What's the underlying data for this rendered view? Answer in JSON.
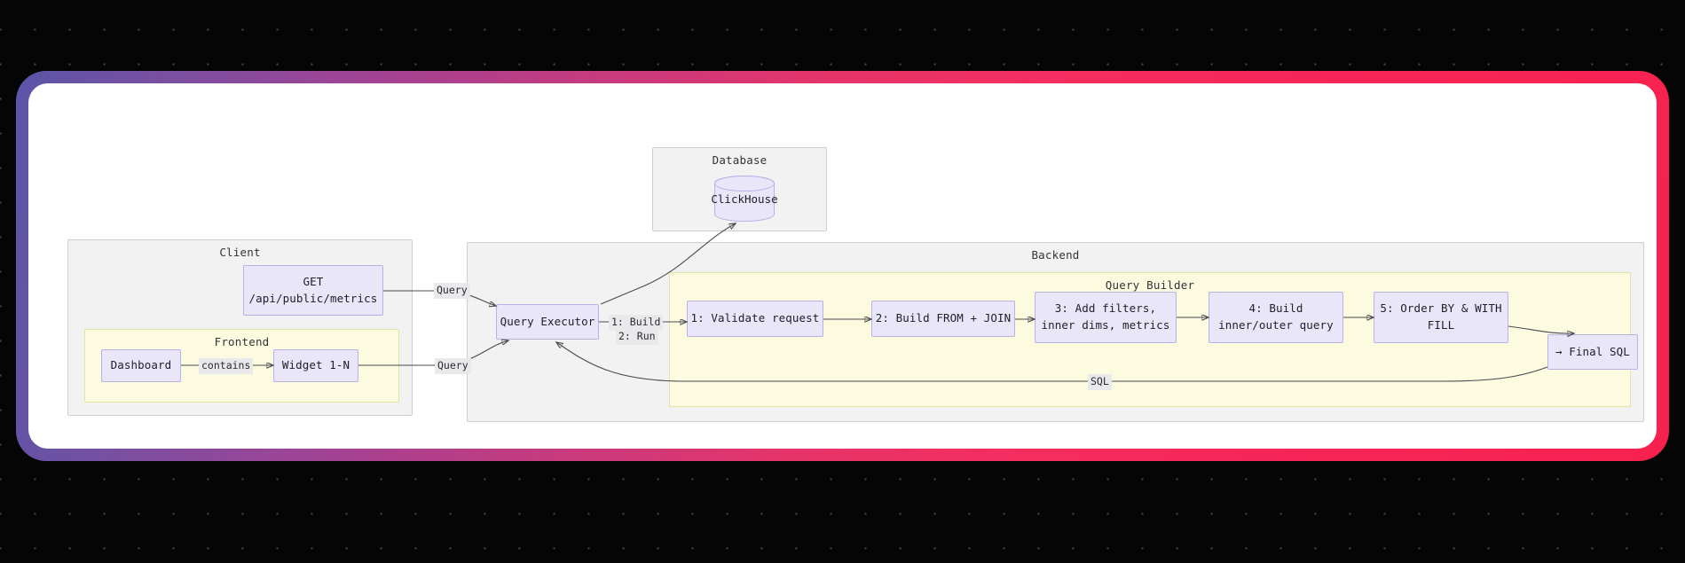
{
  "page": {
    "background_color": "#050505",
    "dot_color": "#4a4a4a",
    "frame_gradient_from": "#5a55a8",
    "frame_gradient_mid": "#c33b80",
    "frame_gradient_to": "#f7214f",
    "canvas_color": "#ffffff"
  },
  "theme": {
    "node_fill": "#e9e6fa",
    "node_stroke": "#b9b1e8",
    "subgraph_gray_fill": "#f2f2f3",
    "subgraph_gray_stroke": "#cfcfd2",
    "subgraph_yellow_fill": "#fdfbdf",
    "subgraph_yellow_stroke": "#e6e2a3",
    "edge_stroke": "#4a4a52",
    "edge_label_bg": "#e9e9ec"
  },
  "subgraphs": [
    {
      "id": "client",
      "title": "Client"
    },
    {
      "id": "frontend",
      "title": "Frontend"
    },
    {
      "id": "database",
      "title": "Database"
    },
    {
      "id": "backend",
      "title": "Backend"
    },
    {
      "id": "query_builder",
      "title": "Query Builder"
    }
  ],
  "nodes": {
    "api": {
      "line1": "GET",
      "line2": "/api/public/metrics"
    },
    "dashboard": {
      "label": "Dashboard"
    },
    "widget": {
      "label": "Widget 1-N"
    },
    "clickhouse": {
      "label": "ClickHouse"
    },
    "query_executor": {
      "label": "Query Executor"
    },
    "step1": {
      "label": "1: Validate request"
    },
    "step2": {
      "label": "2: Build FROM + JOIN"
    },
    "step3": {
      "line1": "3: Add filters,",
      "line2": "inner dims, metrics"
    },
    "step4": {
      "line1": "4: Build",
      "line2": "inner/outer query"
    },
    "step5": {
      "line1": "5: Order BY & WITH",
      "line2": "FILL"
    },
    "final_sql": {
      "label": "→ Final SQL"
    }
  },
  "edge_labels": {
    "api_to_executor": "Query",
    "dashboard_to_widget": "contains",
    "widget_to_executor": "Query",
    "executor_to_clickhouse": "2: Run",
    "executor_to_step1": "1: Build",
    "finalsql_to_executor": "SQL"
  }
}
